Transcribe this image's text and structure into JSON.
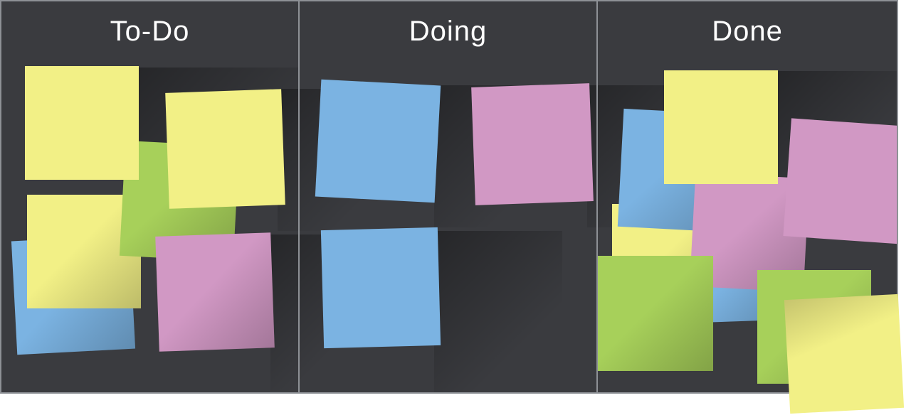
{
  "columns": [
    {
      "id": "todo",
      "title": "To-Do"
    },
    {
      "id": "doing",
      "title": "Doing"
    },
    {
      "id": "done",
      "title": "Done"
    }
  ],
  "colors": {
    "board_background": "#3a3b3f",
    "column_border": "#8e9196",
    "title_text": "#ffffff",
    "yellow_note": "#f2f086",
    "blue_note": "#7bb3e2",
    "pink_note": "#d198c4",
    "green_note": "#a7d05a"
  }
}
